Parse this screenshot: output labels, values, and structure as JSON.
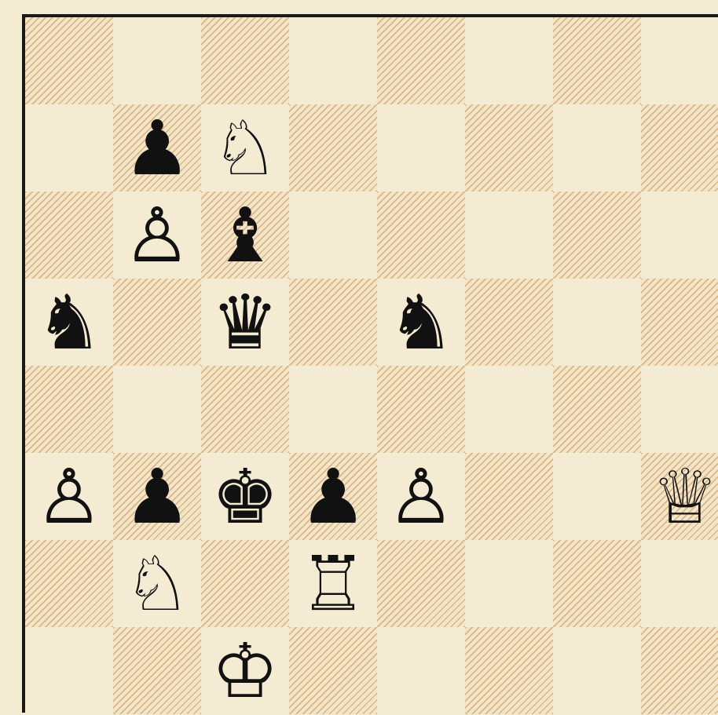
{
  "board": {
    "files": 8,
    "ranks": 8,
    "light_color": "#f3ecd2",
    "dark_hatch_color": "#cd8c46",
    "frame_color": "#1a1a1a"
  },
  "pieces": [
    {
      "square": "b7",
      "type": "pawn",
      "color": "black",
      "glyph": "♟"
    },
    {
      "square": "c7",
      "type": "knight",
      "color": "white",
      "glyph": "♘"
    },
    {
      "square": "b6",
      "type": "pawn",
      "color": "white",
      "glyph": "♙"
    },
    {
      "square": "c6",
      "type": "bishop",
      "color": "black",
      "glyph": "♝"
    },
    {
      "square": "a5",
      "type": "knight",
      "color": "black",
      "glyph": "♞"
    },
    {
      "square": "c5",
      "type": "queen",
      "color": "black",
      "glyph": "♛"
    },
    {
      "square": "e5",
      "type": "knight",
      "color": "black",
      "glyph": "♞"
    },
    {
      "square": "a3",
      "type": "pawn",
      "color": "white",
      "glyph": "♙"
    },
    {
      "square": "b3",
      "type": "pawn",
      "color": "black",
      "glyph": "♟"
    },
    {
      "square": "c3",
      "type": "king",
      "color": "black",
      "glyph": "♚"
    },
    {
      "square": "d3",
      "type": "pawn",
      "color": "black",
      "glyph": "♟"
    },
    {
      "square": "e3",
      "type": "pawn",
      "color": "white",
      "glyph": "♙"
    },
    {
      "square": "h3",
      "type": "queen",
      "color": "white",
      "glyph": "♕"
    },
    {
      "square": "b2",
      "type": "knight",
      "color": "white",
      "glyph": "♘"
    },
    {
      "square": "d2",
      "type": "rook",
      "color": "white",
      "glyph": "♖"
    },
    {
      "square": "c1",
      "type": "king",
      "color": "white",
      "glyph": "♔"
    }
  ]
}
